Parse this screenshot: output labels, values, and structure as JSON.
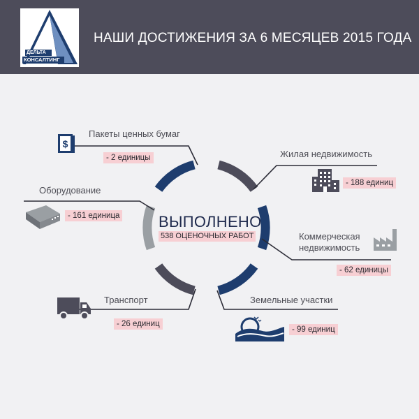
{
  "header": {
    "logo_line1": "ДЕЛЬТА",
    "logo_line2": "КОНСАЛТИНГ",
    "title": "НАШИ ДОСТИЖЕНИЯ ЗА 6 МЕСЯЦЕВ 2015 ГОДА"
  },
  "center": {
    "title": "ВЫПОЛНЕНО",
    "subtitle": "538 ОЦЕНОЧНЫХ РАБОТ"
  },
  "items": [
    {
      "label": "Пакеты ценных бумаг",
      "value": "- 2 единицы",
      "icon": "securities-icon"
    },
    {
      "label": "Жилая недвижимость",
      "value": "- 188 единиц",
      "icon": "residential-building-icon"
    },
    {
      "label": "Оборудование",
      "value": "- 161 единица",
      "icon": "equipment-icon"
    },
    {
      "label": "Коммерческая",
      "label2": "недвижимость",
      "value": "- 62 единицы",
      "icon": "factory-icon"
    },
    {
      "label": "Транспорт",
      "value": "- 26 единиц",
      "icon": "truck-icon"
    },
    {
      "label": "Земельные участки",
      "value": "- 99 единиц",
      "icon": "land-plot-icon"
    }
  ],
  "colors": {
    "header_bg": "#4d4c5a",
    "navy": "#1e3d6e",
    "slate": "#4d4c5a",
    "gray": "#9a9fa3",
    "highlight": "#f7cfd3"
  }
}
